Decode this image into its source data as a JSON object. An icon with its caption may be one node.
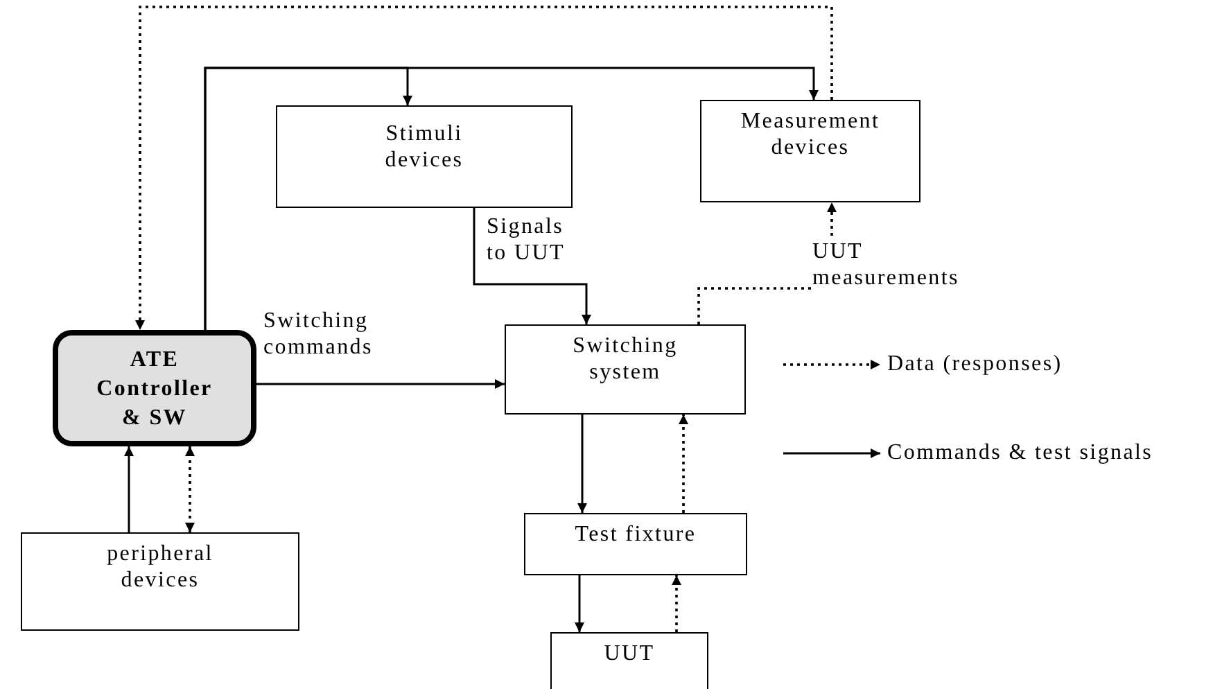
{
  "diagram": {
    "nodes": [
      {
        "text": [
          "Stimuli devices"
        ]
      },
      {
        "text": [
          "Measurement devices"
        ]
      },
      {
        "text": [
          "ATE Controller & SW"
        ]
      },
      {
        "text": [
          "Switching system"
        ]
      },
      {
        "text": [
          "Test fixture"
        ]
      },
      {
        "text": [
          "UUT"
        ]
      },
      {
        "text": [
          "peripheral devices"
        ]
      }
    ],
    "edges": [
      {
        "from": 2,
        "to": 0,
        "arrow": "to"
      },
      {
        "from": 2,
        "to": 1,
        "arrow": "to"
      },
      {
        "from": 1,
        "to": 2,
        "arrow": "to",
        "style": "dashed"
      },
      {
        "from": 0,
        "to": 3,
        "arrow": "to",
        "label": "Signals to UUT"
      },
      {
        "from": 3,
        "to": 1,
        "arrow": "to",
        "style": "dashed",
        "label": "UUT measurements"
      },
      {
        "from": 2,
        "to": 3,
        "arrow": "to",
        "label": "Switching commands"
      },
      {
        "from": 3,
        "to": 4,
        "arrow": "to"
      },
      {
        "from": 4,
        "to": 3,
        "arrow": "to",
        "style": "dashed"
      },
      {
        "from": 4,
        "to": 5,
        "arrow": "to"
      },
      {
        "from": 5,
        "to": 4,
        "arrow": "to",
        "style": "dashed"
      },
      {
        "from": 6,
        "to": 2,
        "arrow": "to"
      },
      {
        "from": 2,
        "to": 6,
        "arrow": "both",
        "style": "dashed"
      }
    ],
    "legend": [
      {
        "text": "Data (responses)"
      },
      {
        "text": "Commands & test signals"
      }
    ]
  }
}
